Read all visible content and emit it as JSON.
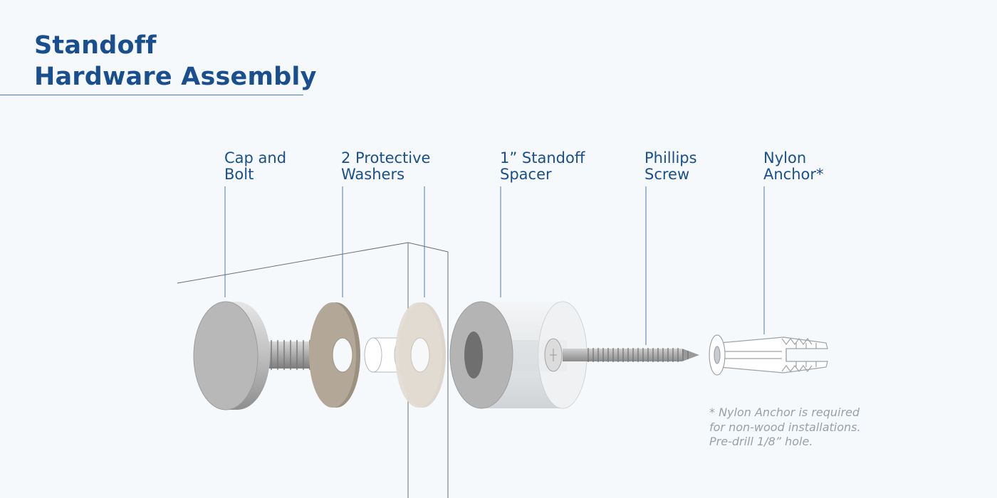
{
  "title": {
    "line1": "Standoff",
    "line2": "Hardware Assembly"
  },
  "parts": [
    {
      "line1": "Cap and",
      "line2": "Bolt"
    },
    {
      "line1": "2 Protective",
      "line2": "Washers"
    },
    {
      "line1": "1” Standoff",
      "line2": "Spacer"
    },
    {
      "line1": "Phillips",
      "line2": "Screw"
    },
    {
      "line1": "Nylon",
      "line2": "Anchor*"
    }
  ],
  "note": {
    "line1": "* Nylon Anchor is required",
    "line2": "for non-wood installations.",
    "line3": "Pre-drill 1/8” hole."
  },
  "colors": {
    "title": "#1a4f8f",
    "leader": "#4a7cb5",
    "cap": "#b9b9b9",
    "washer": "#b3a898",
    "spacer": "#e9ecee",
    "note": "#9aa0a8"
  }
}
